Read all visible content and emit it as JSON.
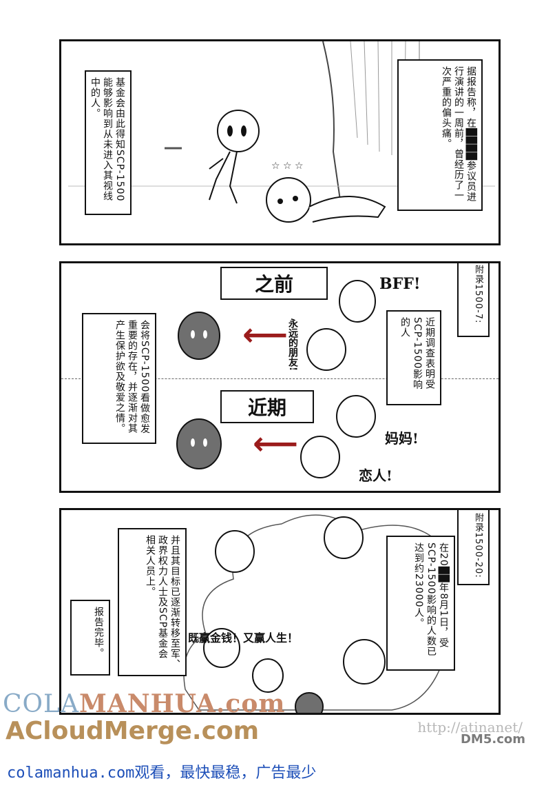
{
  "panel1": {
    "caption_left": "基金会由此得知SCP-1500能够影响到从未进入其视线中的人。",
    "caption_right": "据报告称，在████参议员进行演讲的一周前，曾经历了一次严重的偏头痛。"
  },
  "panel2": {
    "appendix_tag": "附录1500-7:",
    "caption_right": "近期调查表明受SCP-1500影响的人",
    "caption_left": "会将SCP-1500看做愈发重要的存在，并逐渐对其产生保护欲及敬爱之情。",
    "label_before": "之前",
    "label_recent": "近期",
    "hand_bff": "BFF!",
    "hand_friend": "永远的朋友!",
    "hand_mom": "妈妈!",
    "hand_lover": "恋人!"
  },
  "panel3": {
    "appendix_tag": "附录1500-20:",
    "caption_right": "在20██年8月1日，受SCP-1500影响的人数已达到约23000人。",
    "caption_mid": "并且其目标已逐渐转移至军、政界权力人士及SCP基金会相关人员上。",
    "caption_end": "报告完毕。",
    "hand_money": "既赢金钱！又赢人生！"
  },
  "watermarks": {
    "brand_top_a": "COLA",
    "brand_top_b": "MANHUA.com",
    "brand_bottom": "ACloudMerge.com",
    "footer": "colamanhua.com观看，最快最稳，广告最少",
    "url": "http://atinanet/",
    "dm5": "DM5.com"
  },
  "colors": {
    "arrow": "#9b1c1c",
    "footer_link": "#1d4fb8",
    "blob_dark": "#6f6f6f"
  }
}
